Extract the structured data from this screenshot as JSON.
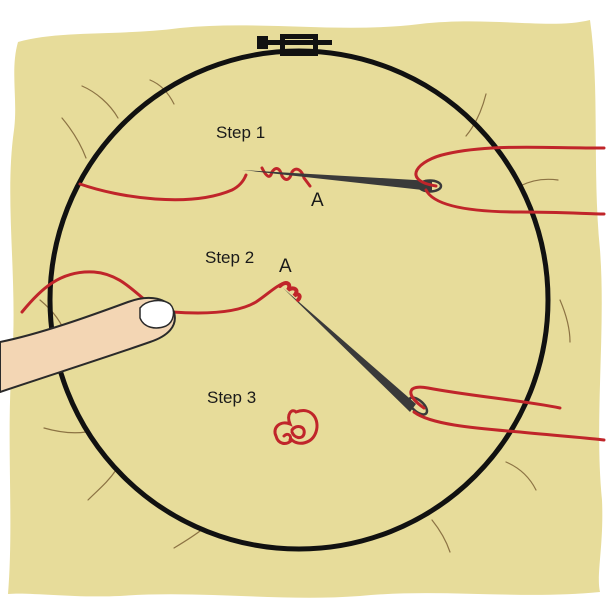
{
  "labels": {
    "step1": "Step 1",
    "step2": "Step 2",
    "step3": "Step 3",
    "point_a_step1": "A",
    "point_a_step2": "A"
  },
  "colors": {
    "fabric": "#e7dc9a",
    "fabric_fiber": "#8c7344",
    "hoop": "#111111",
    "thread": "#c0252a",
    "needle": "#3a3a3a",
    "skin": "#f3d6b4",
    "skin_outline": "#2a2a2a",
    "nail": "#ffffff"
  },
  "icons": {
    "hoop": "embroidery-hoop-icon",
    "needle": "needle-icon",
    "finger": "finger-icon",
    "knot": "french-knot-icon"
  }
}
